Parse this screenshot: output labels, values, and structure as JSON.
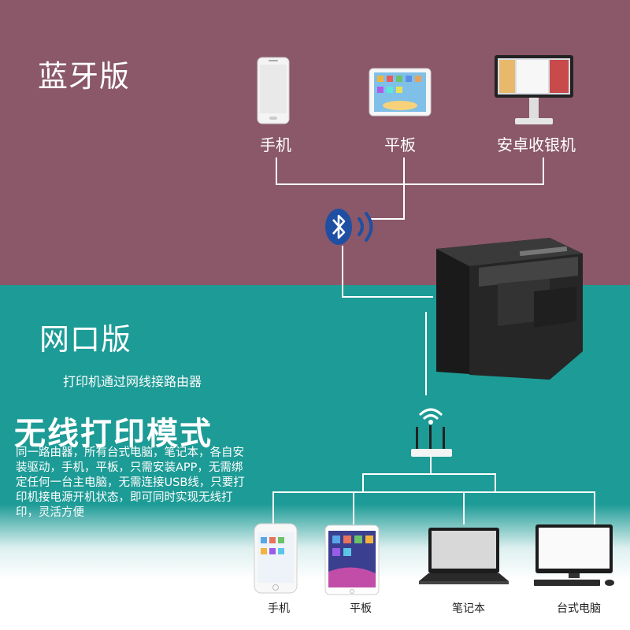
{
  "bluetooth_section": {
    "title": "蓝牙版",
    "devices": [
      {
        "label": "手机",
        "icon": "smartphone-icon"
      },
      {
        "label": "平板",
        "icon": "tablet-icon"
      },
      {
        "label": "安卓收银机",
        "icon": "pos-terminal-icon"
      }
    ]
  },
  "network_section": {
    "title": "网口版",
    "note": "打印机通过网线接路由器",
    "headline": "无线打印模式",
    "description": "同一路由器，所有台式电脑，笔记本，各自安装驱动，手机，平板，只需安装APP，无需绑定任何一台主电脑，无需连接USB线，只要打印机接电源开机状态，即可同时实现无线打印，灵活方便",
    "devices": [
      {
        "label": "手机",
        "icon": "smartphone-icon"
      },
      {
        "label": "平板",
        "icon": "tablet-icon"
      },
      {
        "label": "笔记本",
        "icon": "laptop-icon"
      },
      {
        "label": "台式电脑",
        "icon": "desktop-computer-icon"
      }
    ]
  },
  "colors": {
    "top_background": "#8a5868",
    "bottom_background": "#1d9b96",
    "bluetooth_blue": "#1f4fa3"
  }
}
